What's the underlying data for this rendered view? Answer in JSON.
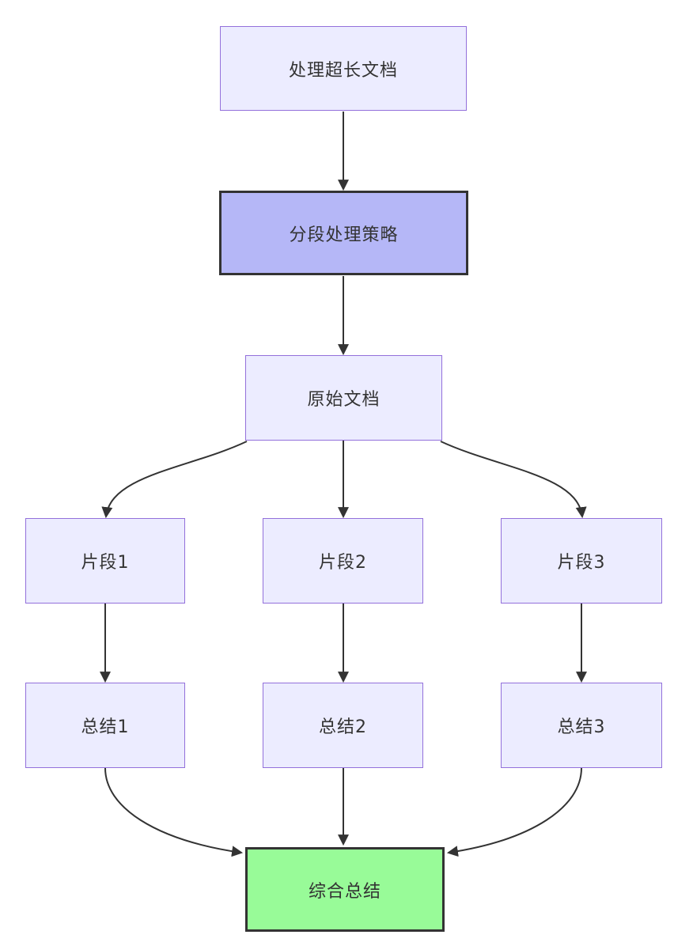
{
  "diagram": {
    "type": "flowchart",
    "direction": "top-down",
    "nodes": [
      {
        "id": "A",
        "label": "处理超长文档",
        "style": "default"
      },
      {
        "id": "B",
        "label": "分段处理策略",
        "style": "strategy"
      },
      {
        "id": "C",
        "label": "原始文档",
        "style": "default"
      },
      {
        "id": "D",
        "label": "片段1",
        "style": "default"
      },
      {
        "id": "E",
        "label": "片段2",
        "style": "default"
      },
      {
        "id": "F",
        "label": "片段3",
        "style": "default"
      },
      {
        "id": "G",
        "label": "总结1",
        "style": "default"
      },
      {
        "id": "H",
        "label": "总结2",
        "style": "default"
      },
      {
        "id": "I",
        "label": "总结3",
        "style": "default"
      }
    ],
    "result_node": {
      "id": "J",
      "label": "综合总结",
      "style": "result"
    },
    "edges": [
      {
        "from": "处理超长文档",
        "to": "分段处理策略"
      },
      {
        "from": "分段处理策略",
        "to": "原始文档"
      },
      {
        "from": "原始文档",
        "to": "片段1"
      },
      {
        "from": "原始文档",
        "to": "片段2"
      },
      {
        "from": "原始文档",
        "to": "片段3"
      },
      {
        "from": "片段1",
        "to": "总结1"
      },
      {
        "from": "片段2",
        "to": "总结2"
      },
      {
        "from": "片段3",
        "to": "总结3"
      },
      {
        "from": "总结1",
        "to": "综合总结"
      },
      {
        "from": "总结2",
        "to": "综合总结"
      },
      {
        "from": "总结3",
        "to": "综合总结"
      }
    ],
    "colors": {
      "default_fill": "#ececff",
      "default_border": "#9370db",
      "strategy_fill": "#b5b7f7",
      "result_fill": "#98fb98",
      "emphasis_border": "#333333",
      "edge_stroke": "#333333",
      "text": "#333333",
      "background": "#ffffff"
    }
  }
}
